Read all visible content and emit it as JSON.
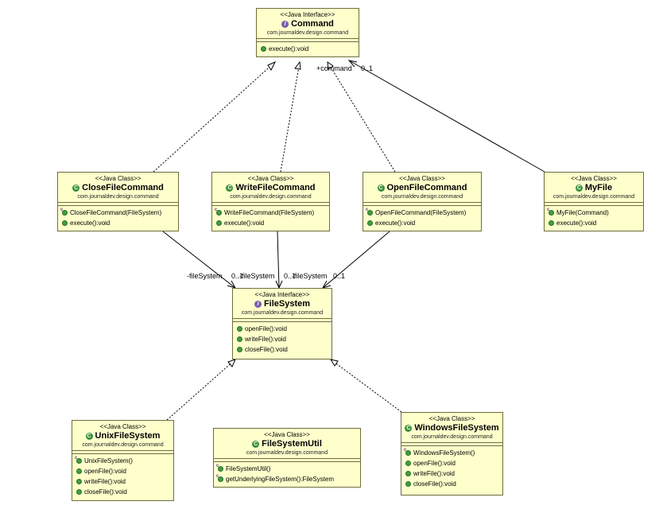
{
  "classes": {
    "command": {
      "stereotype": "<<Java Interface>>",
      "name": "Command",
      "package": "com.journaldev.design.command",
      "ops": [
        "execute():void"
      ]
    },
    "close_file_command": {
      "stereotype": "<<Java Class>>",
      "name": "CloseFileCommand",
      "package": "com.journaldev.design.command",
      "ops": [
        "CloseFileCommand(FileSystem)",
        "execute():void"
      ]
    },
    "write_file_command": {
      "stereotype": "<<Java Class>>",
      "name": "WriteFileCommand",
      "package": "com.journaldev.design.command",
      "ops": [
        "WriteFileCommand(FileSystem)",
        "execute():void"
      ]
    },
    "open_file_command": {
      "stereotype": "<<Java Class>>",
      "name": "OpenFileCommand",
      "package": "com.journaldev.design.command",
      "ops": [
        "OpenFileCommand(FileSystem)",
        "execute():void"
      ]
    },
    "my_file": {
      "stereotype": "<<Java Class>>",
      "name": "MyFile",
      "package": "com.journaldev.design.command",
      "ops": [
        "MyFile(Command)",
        "execute():void"
      ]
    },
    "file_system": {
      "stereotype": "<<Java Interface>>",
      "name": "FileSystem",
      "package": "com.journaldev.design.command",
      "ops": [
        "openFile():void",
        "writeFile():void",
        "closeFile():void"
      ]
    },
    "unix_file_system": {
      "stereotype": "<<Java Class>>",
      "name": "UnixFileSystem",
      "package": "com.journaldev.design.command",
      "ops": [
        "UnixFileSystem()",
        "openFile():void",
        "writeFile():void",
        "closeFile():void"
      ]
    },
    "file_system_util": {
      "stereotype": "<<Java Class>>",
      "name": "FileSystemUtil",
      "package": "com.journaldev.design.command",
      "ops": [
        "FileSystemUtil()",
        "getUnderlyingFileSystem():FileSystem"
      ]
    },
    "windows_file_system": {
      "stereotype": "<<Java Class>>",
      "name": "WindowsFileSystem",
      "package": "com.journaldev.design.command",
      "ops": [
        "WindowsFileSystem()",
        "openFile():void",
        "writeFile():void",
        "closeFile():void"
      ]
    }
  },
  "edge_labels": {
    "command_role": "+command",
    "command_mult": "0..1",
    "close_role": "-fileSystem",
    "close_mult": "0..1",
    "write_role": "-fileSystem",
    "write_mult": "0..1",
    "open_role": "-fileSystem",
    "open_mult": "0..1"
  }
}
